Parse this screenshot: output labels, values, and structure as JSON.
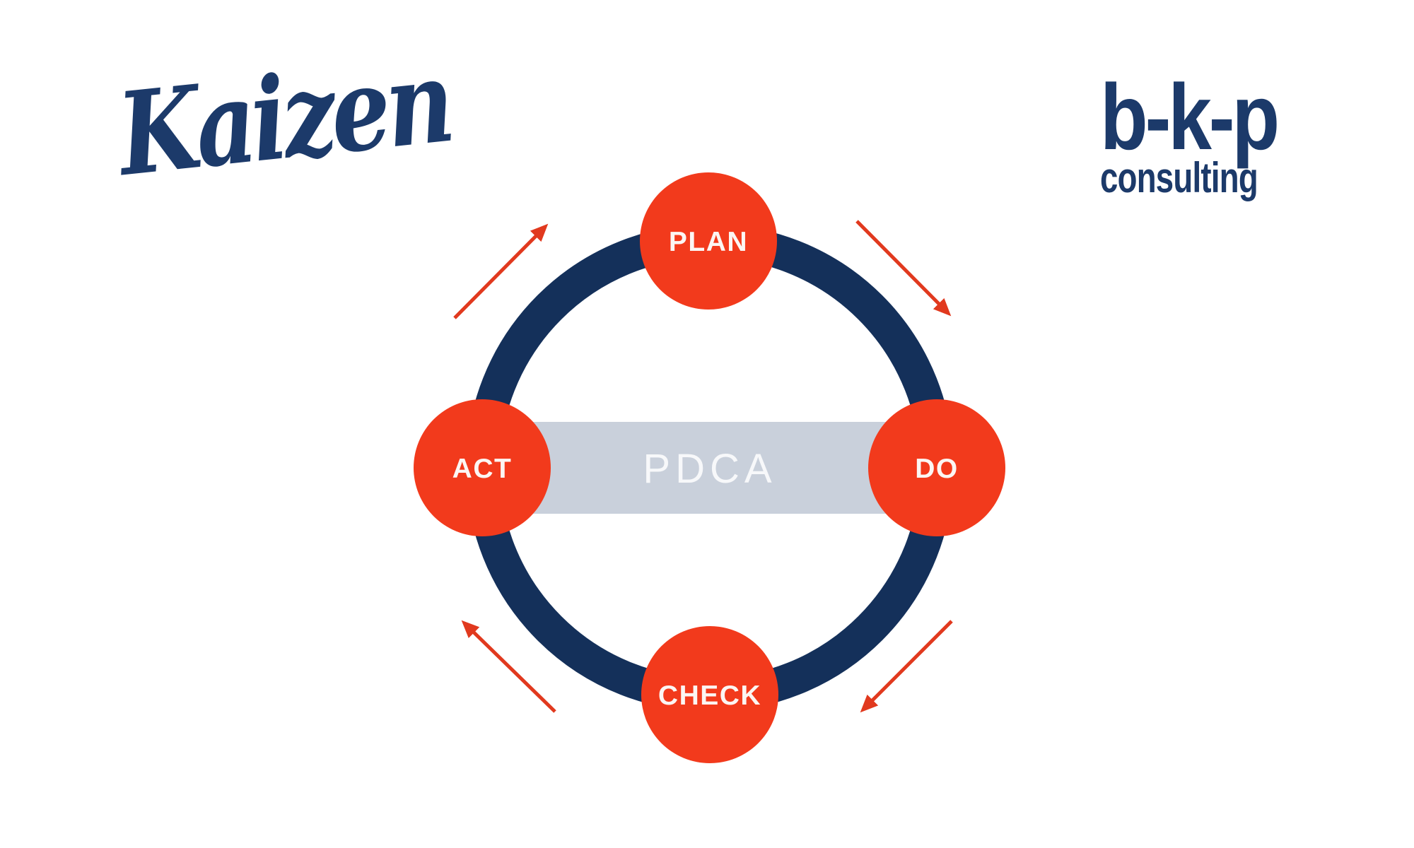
{
  "branding": {
    "kaizen_script": "Kaizen",
    "bkp_name": "b-k-p",
    "bkp_subtitle": "consulting"
  },
  "diagram": {
    "center_label": "PDCA",
    "cycle_direction": "clockwise",
    "nodes": [
      {
        "id": "plan",
        "label": "PLAN",
        "position": "top"
      },
      {
        "id": "do",
        "label": "DO",
        "position": "right"
      },
      {
        "id": "check",
        "label": "CHECK",
        "position": "bottom"
      },
      {
        "id": "act",
        "label": "ACT",
        "position": "left"
      }
    ]
  },
  "colors": {
    "background": "#FFFFFF",
    "logo_navy": "#1C3A6A",
    "ring_navy": "#14305A",
    "node_red": "#F23A1C",
    "arrow_red": "#E1391E",
    "band_gray": "#C9D0DB",
    "band_text": "#F7F8FA",
    "node_label": "#FCF6F3"
  }
}
